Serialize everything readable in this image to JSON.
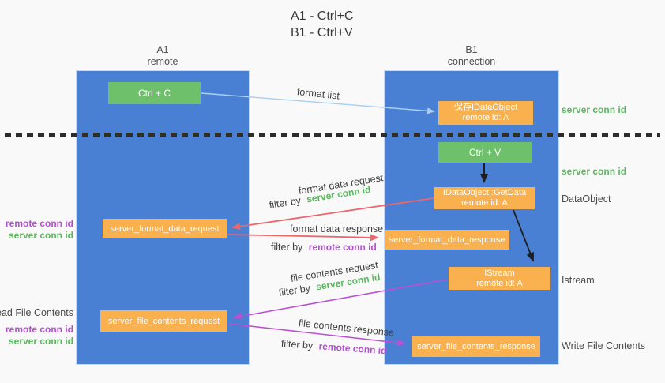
{
  "title": {
    "line1": "A1 - Ctrl+C",
    "line2": "B1 - Ctrl+V"
  },
  "lifelines": {
    "left": {
      "name": "A1",
      "role": "remote"
    },
    "right": {
      "name": "B1",
      "role": "connection"
    }
  },
  "boxes": {
    "ctrl_c": {
      "label": "Ctrl + C"
    },
    "save_idataobject": {
      "line1": "保存IDataObject",
      "line2": "remote id: A"
    },
    "ctrl_v": {
      "label": "Ctrl + V"
    },
    "getdata": {
      "line1": "IDataObject::GetData",
      "line2": "remote id: A"
    },
    "format_request": {
      "label": "server_format_data_request"
    },
    "format_response": {
      "label": "server_format_data_response"
    },
    "istream": {
      "line1": "IStream",
      "line2": "remote id: A"
    },
    "file_request": {
      "label": "server_file_contents_request"
    },
    "file_response": {
      "label": "server_file_contents_response"
    }
  },
  "labels": {
    "format_list": "format list",
    "format_data_request": "format data request",
    "format_data_response": "format data response",
    "file_contents_request": "file contents request",
    "file_contents_response": "file contents response",
    "filter_by": "filter by",
    "server_conn_id": "server conn id",
    "remote_conn_id": "remote conn id"
  },
  "annotations": {
    "server_conn_id_top": "server conn id",
    "server_conn_id_mid": "server conn id",
    "dataobject": "DataObject",
    "istream": "Istream",
    "read_file_contents": "Read File Contents",
    "write_file_contents": "Write File Contents",
    "remote_conn_id": "remote conn id",
    "server_conn_id": "server conn id"
  },
  "colors": {
    "lifeline_blue": "#4a80d4",
    "box_green": "#6fc06a",
    "box_orange": "#f9b04e",
    "arrow_blue": "#a9cff1",
    "arrow_red": "#ec666c",
    "arrow_purple": "#bc50d2",
    "arrow_black": "#1f1f1f",
    "text_green": "#5cb860",
    "text_purple": "#b44fd0",
    "text_gray": "#4a4a4a"
  }
}
